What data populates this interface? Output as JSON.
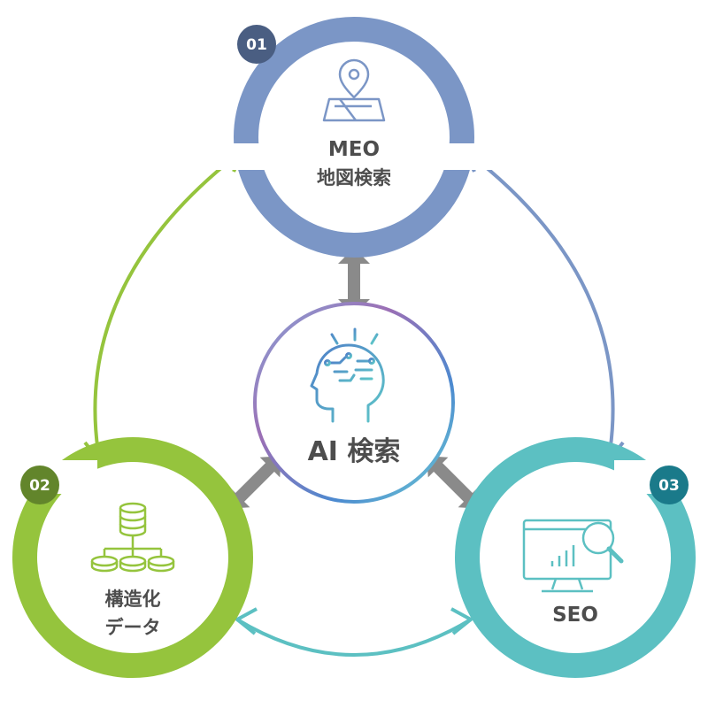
{
  "nodes": {
    "meo": {
      "badge": "01",
      "line1": "MEO",
      "line2": "地図検索"
    },
    "structured": {
      "badge": "02",
      "line1": "構造化",
      "line2": "データ"
    },
    "seo": {
      "badge": "03",
      "line1": "SEO"
    },
    "ai": {
      "label": "AI 検索"
    }
  },
  "colors": {
    "blue": "#7b96c6",
    "blue_badge": "#4a5e82",
    "green": "#95c43d",
    "green_badge": "#62852b",
    "teal": "#5cc0c2",
    "teal_badge": "#1a7a8a",
    "arrow_gray": "#8a8a8a",
    "text": "#4d4d4d"
  },
  "icons": {
    "meo": "map-pin-icon",
    "structured": "database-hierarchy-icon",
    "seo": "monitor-analytics-icon",
    "ai": "ai-brain-head-icon"
  }
}
